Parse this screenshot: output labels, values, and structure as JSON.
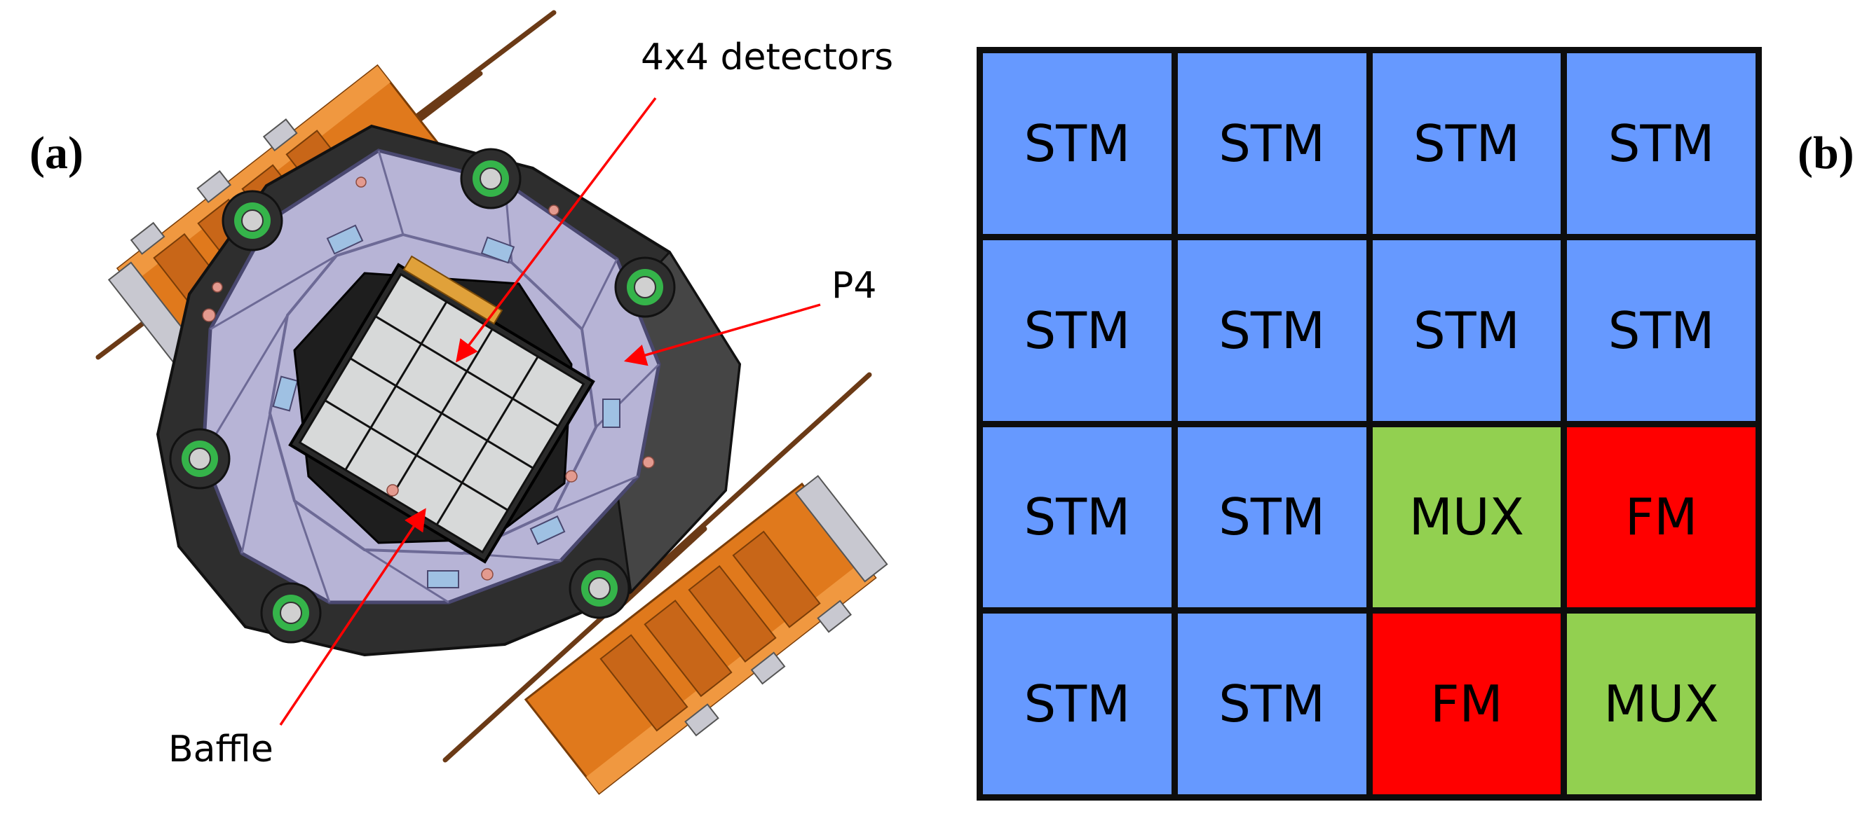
{
  "panels": {
    "a": "(a)",
    "b": "(b)"
  },
  "callouts": {
    "detectors": "4x4 detectors",
    "p4": "P4",
    "baffle": "Baffle"
  },
  "colors": {
    "STM": "#6699ff",
    "MUX": "#92d050",
    "FM": "#ff0000"
  },
  "grid": [
    [
      "STM",
      "STM",
      "STM",
      "STM"
    ],
    [
      "STM",
      "STM",
      "STM",
      "STM"
    ],
    [
      "STM",
      "STM",
      "MUX",
      "FM"
    ],
    [
      "STM",
      "STM",
      "FM",
      "MUX"
    ]
  ]
}
